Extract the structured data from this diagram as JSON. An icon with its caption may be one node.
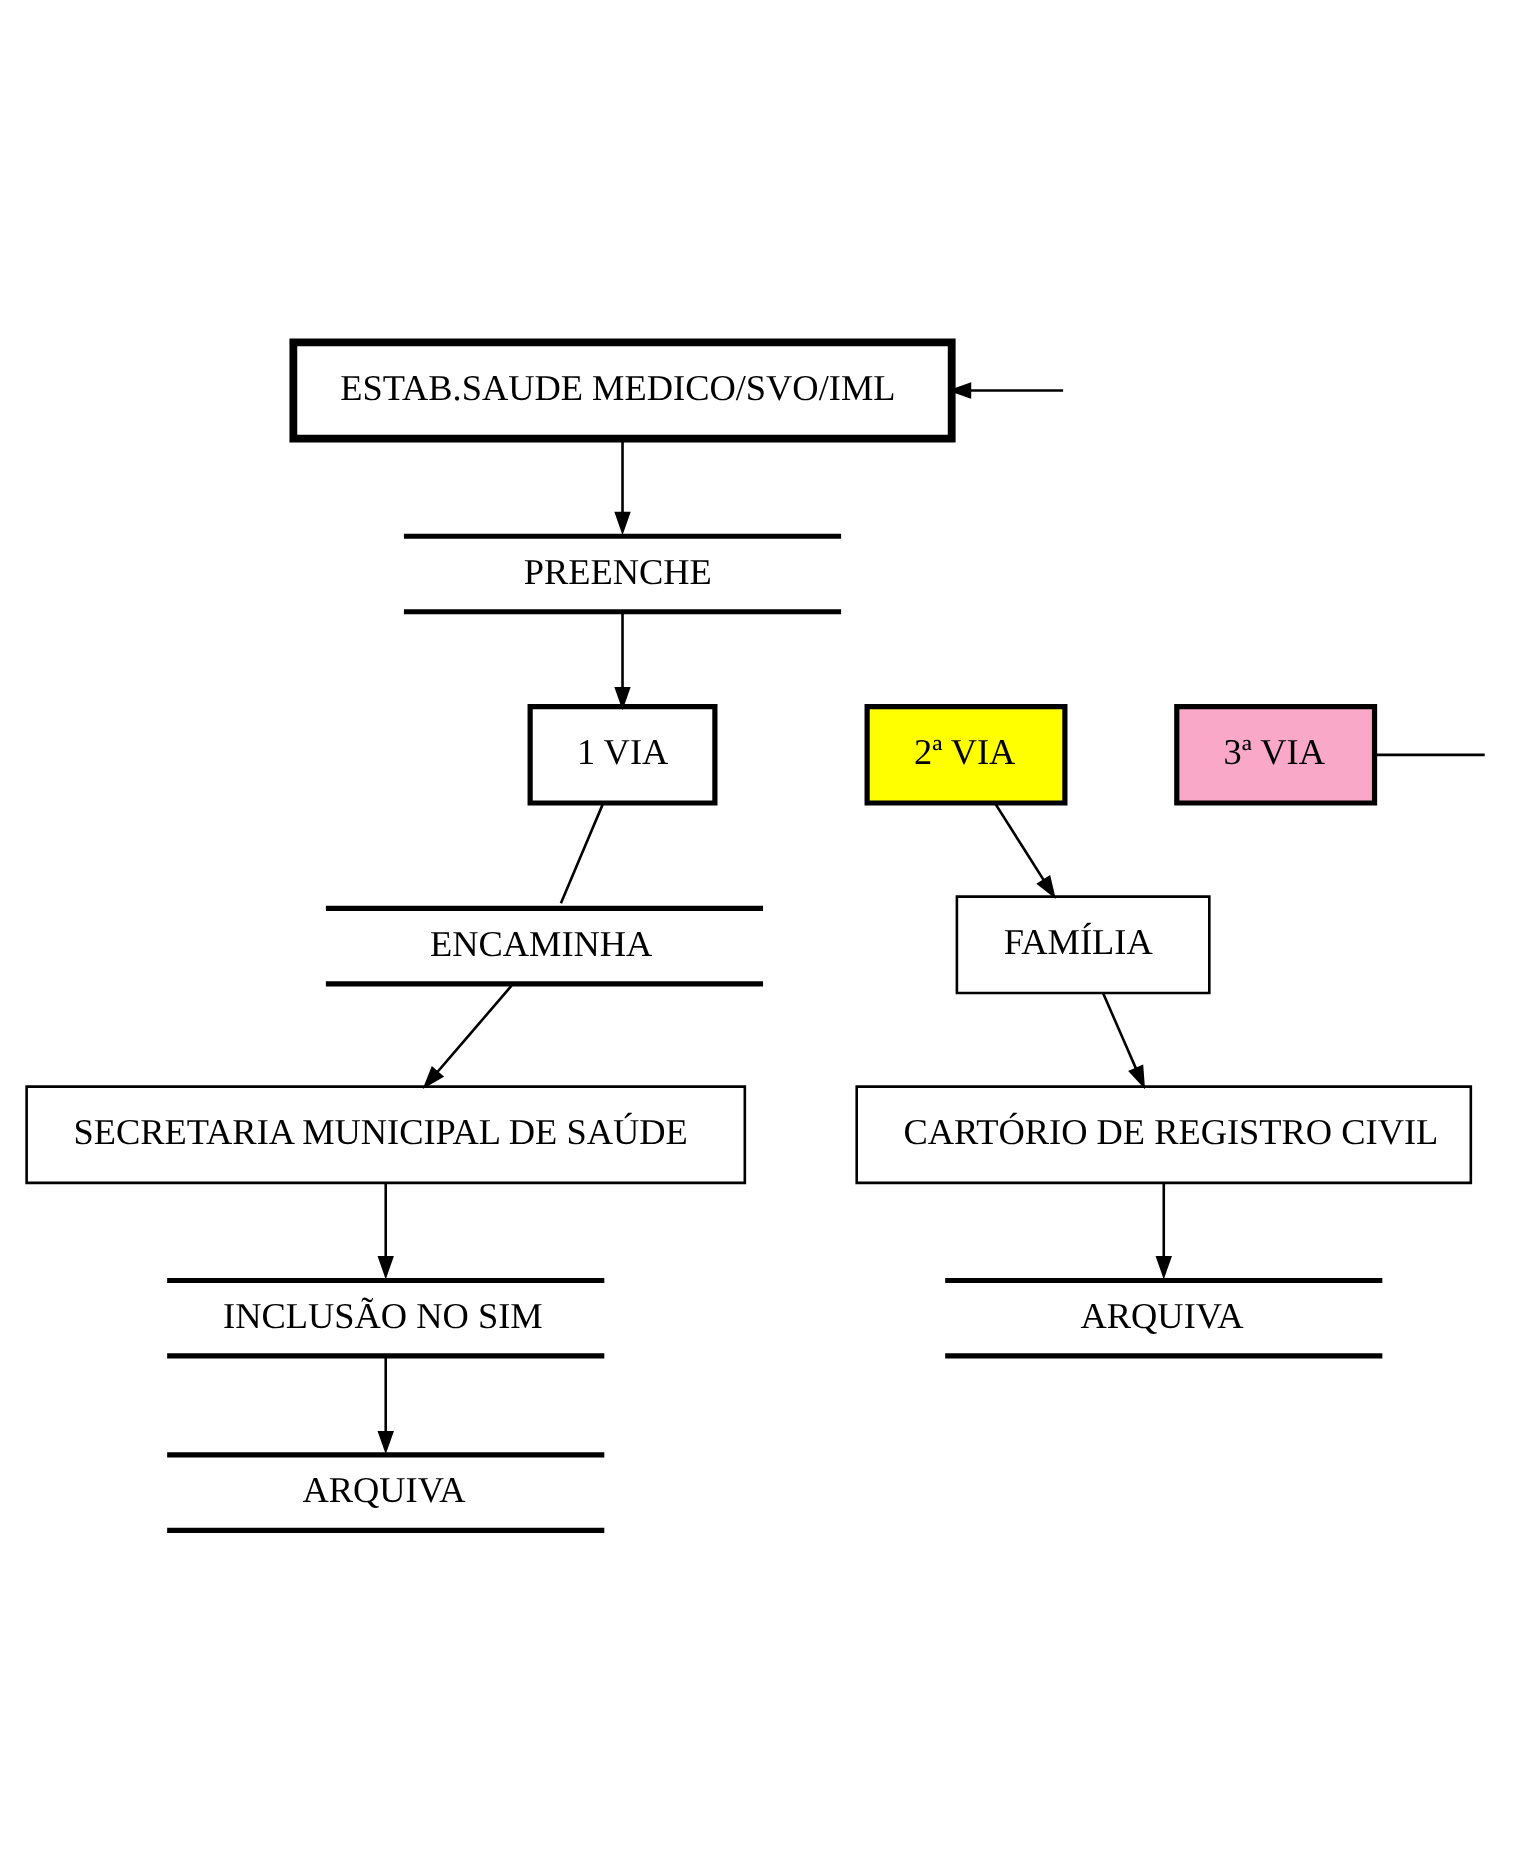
{
  "diagram": {
    "nodes": [
      {
        "text": [
          "ESTAB.SAUDE MEDICO/SVO/IML"
        ]
      },
      {
        "text": [
          "PREENCHE"
        ]
      },
      {
        "text": [
          "1 VIA"
        ]
      },
      {
        "text": [
          "2ª VIA"
        ]
      },
      {
        "text": [
          "3ª VIA"
        ]
      },
      {
        "text": [
          "ENCAMINHA"
        ]
      },
      {
        "text": [
          "FAMÍLIA"
        ]
      },
      {
        "text": [
          "SECRETARIA MUNICIPAL DE SAÚDE"
        ]
      },
      {
        "text": [
          "CARTÓRIO DE REGISTRO CIVIL"
        ]
      },
      {
        "text": [
          "INCLUSÃO NO SIM"
        ]
      },
      {
        "text": [
          "ARQUIVA"
        ]
      },
      {
        "text": [
          "ARQUIVA"
        ]
      }
    ],
    "edges": [
      {
        "from": null,
        "to": 0,
        "arrow": "to"
      },
      {
        "from": 0,
        "to": 1,
        "arrow": "to"
      },
      {
        "from": 1,
        "to": 2,
        "arrow": "to"
      },
      {
        "from": 2,
        "to": 5,
        "arrow": "none"
      },
      {
        "from": 3,
        "to": 6,
        "arrow": "to"
      },
      {
        "from": 4,
        "to": null,
        "arrow": "none"
      },
      {
        "from": 5,
        "to": 7,
        "arrow": "to"
      },
      {
        "from": 6,
        "to": 8,
        "arrow": "to"
      },
      {
        "from": 7,
        "to": 9,
        "arrow": "to"
      },
      {
        "from": 8,
        "to": 11,
        "arrow": "to"
      },
      {
        "from": 9,
        "to": 10,
        "arrow": "to"
      }
    ]
  }
}
